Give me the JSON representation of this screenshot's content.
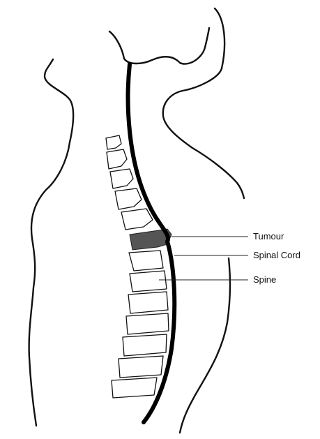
{
  "labels": {
    "tumour": "Tumour",
    "spinal_cord": "Spinal Cord",
    "spine": "Spine"
  },
  "colors": {
    "line": "#111111",
    "tumour": "#555555",
    "background": "#ffffff"
  }
}
